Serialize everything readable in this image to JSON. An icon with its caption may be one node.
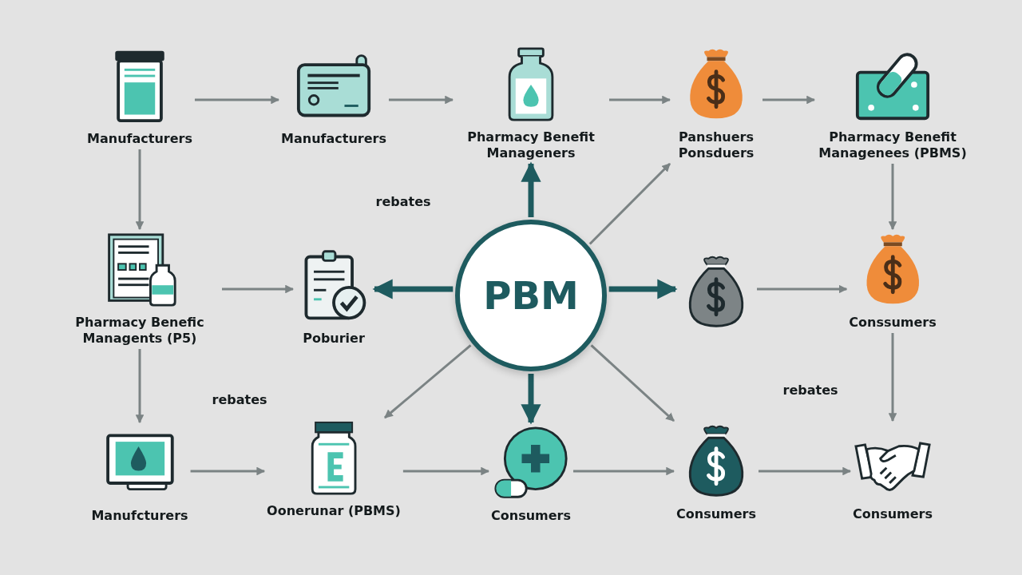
{
  "diagram": {
    "nodes": [
      {
        "text": [
          "Manufacturers"
        ]
      },
      {
        "text": [
          "Manufacturers"
        ]
      },
      {
        "text": [
          "Pharmacy Benefit Manageners"
        ]
      },
      {
        "text": [
          "Panshuers Ponsduers"
        ]
      },
      {
        "text": [
          "Pharmacy Benefit Managenees (PBMS)"
        ]
      },
      {
        "text": [
          "Pharmacy Benefic Managents (P5)"
        ]
      },
      {
        "text": [
          "Poburier"
        ]
      },
      {
        "text": [
          "PBM"
        ]
      },
      {
        "text": [],
        "shape": "bag"
      },
      {
        "text": [
          "Conssumers"
        ]
      },
      {
        "text": [
          "Manufcturers"
        ]
      },
      {
        "text": [
          "Oonerunar (PBMS)"
        ]
      },
      {
        "text": [
          "Consumers"
        ]
      },
      {
        "text": [
          "Consumers"
        ]
      },
      {
        "text": [
          "Consumers"
        ]
      }
    ],
    "edges": [
      {
        "from": 0,
        "to": 1,
        "arrow": "to"
      },
      {
        "from": 1,
        "to": 2,
        "arrow": "to"
      },
      {
        "from": 2,
        "to": 3,
        "arrow": "to"
      },
      {
        "from": 3,
        "to": 4,
        "arrow": "to"
      },
      {
        "from": 0,
        "to": 5,
        "arrow": "to"
      },
      {
        "from": 4,
        "to": 9,
        "arrow": "to"
      },
      {
        "from": 5,
        "to": 6,
        "arrow": "to"
      },
      {
        "from": 7,
        "to": 6,
        "arrow": "to",
        "style": "thick",
        "color": "#1e5b5f"
      },
      {
        "from": 7,
        "to": 2,
        "arrow": "to",
        "style": "thick",
        "color": "#1e5b5f"
      },
      {
        "from": 7,
        "to": 3,
        "arrow": "to"
      },
      {
        "from": 7,
        "to": 8,
        "arrow": "to",
        "style": "thick",
        "color": "#1e5b5f"
      },
      {
        "from": 8,
        "to": 9,
        "arrow": "to"
      },
      {
        "from": 5,
        "to": 10,
        "arrow": "to"
      },
      {
        "from": 7,
        "to": 11,
        "arrow": "to"
      },
      {
        "from": 7,
        "to": 12,
        "arrow": "to",
        "style": "thick",
        "color": "#1e5b5f"
      },
      {
        "from": 7,
        "to": 13,
        "arrow": "to"
      },
      {
        "from": 9,
        "to": 14,
        "arrow": "to"
      },
      {
        "from": 10,
        "to": 11,
        "arrow": "to"
      },
      {
        "from": 11,
        "to": 12,
        "arrow": "to"
      },
      {
        "from": 12,
        "to": 13,
        "arrow": "to"
      },
      {
        "from": 13,
        "to": 14,
        "arrow": "to"
      }
    ],
    "labels": [
      "rebates",
      "rebates",
      "rebates"
    ]
  }
}
